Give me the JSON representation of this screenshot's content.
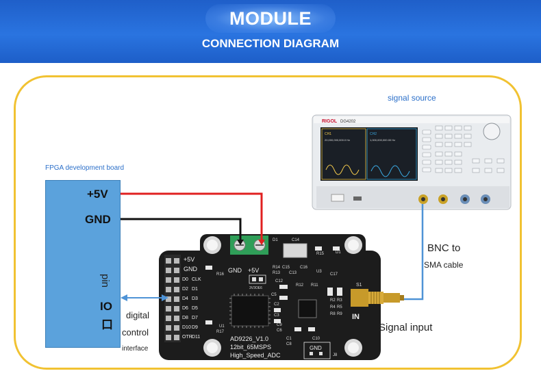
{
  "header": {
    "title": "MODULE",
    "subtitle": "CONNECTION DIAGRAM"
  },
  "labels": {
    "signal_source": "signal source",
    "fpga_board": "FPGA development board",
    "plus5v": "+5V",
    "gnd": "GND",
    "pin": "pin",
    "io": "IO",
    "io_char": "口",
    "digital": "digital",
    "control": "control",
    "interface": "interface",
    "bnc_to": "BNC to",
    "sma_cable": "SMA cable",
    "signal_input": "Signal input"
  },
  "generator": {
    "brand": "RIGOL",
    "model": "DG4202",
    "ch1": "CH1",
    "ch2": "CH2",
    "freq1": "20,000,000,000.0 Hz",
    "freq2": "1,000,000,000.00 Hz"
  },
  "board": {
    "name_line1": "AD9226_V1.0",
    "name_line2": "12bit_65MSPS",
    "name_line3": "High_Speed_ADC",
    "header_top": "+5V",
    "header_gnd": "GND",
    "header_pins": [
      {
        "left": "D0",
        "right": "CLK"
      },
      {
        "left": "D2",
        "right": "D1"
      },
      {
        "left": "D4",
        "right": "D3"
      },
      {
        "left": "D6",
        "right": "D5"
      },
      {
        "left": "D8",
        "right": "D7"
      },
      {
        "left": "D10",
        "right": "D9"
      },
      {
        "left": "OTR",
        "right": "D11"
      }
    ],
    "terminal_gnd": "GND",
    "terminal_5v": "+5V",
    "chip_label": "3V3OE6",
    "in_label": "IN",
    "s1": "S1",
    "bottom_gnd": "GND",
    "j8": "J8",
    "comp_labels": [
      "R16",
      "D1",
      "C14",
      "R15",
      "D1",
      "R14",
      "R13",
      "U3",
      "C17",
      "C12",
      "R12",
      "R11",
      "C5",
      "C2",
      "C3",
      "C9",
      "R17",
      "U1",
      "C6",
      "C1",
      "C8",
      "C10",
      "R2",
      "R3",
      "R4",
      "R5",
      "R8",
      "R9",
      "C13",
      "C15",
      "C16"
    ]
  },
  "colors": {
    "wire_red": "#e02020",
    "wire_black": "#111111",
    "wire_blue": "#4e93d6",
    "frame": "#f1c232",
    "pcb": "#1c1c1c",
    "fpga": "#5ba2dc"
  }
}
